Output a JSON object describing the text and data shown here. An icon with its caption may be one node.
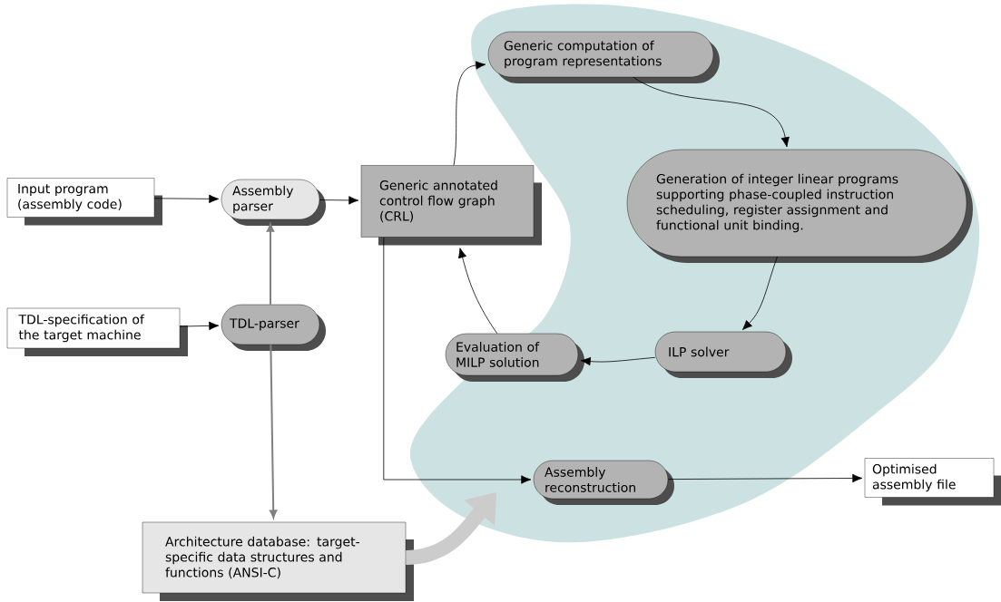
{
  "diagram": {
    "nodes": [
      {
        "text": [
          "Input program (assembly code)"
        ]
      },
      {
        "text": [
          "Assembly parser"
        ]
      },
      {
        "text": [
          "Generic annotated control flow graph (CRL)"
        ]
      },
      {
        "text": [],
        "shape": "cloud"
      },
      {
        "text": [
          "Generic computation of program representations"
        ],
        "in": 3
      },
      {
        "text": [
          "Generation of integer linear programs supporting phase-coupled instruction scheduling, register assignment and functional unit binding."
        ],
        "in": 3
      },
      {
        "text": [
          "ILP solver"
        ],
        "in": 3
      },
      {
        "text": [
          "Evaluation of MILP solution"
        ],
        "in": 3
      },
      {
        "text": [
          "TDL-specification of the target machine"
        ]
      },
      {
        "text": [
          "TDL-parser"
        ]
      },
      {
        "text": [
          "Architecture database: target-specific data structures and functions (ANSI-C)"
        ]
      },
      {
        "text": [
          "Assembly reconstruction"
        ],
        "in": 3
      },
      {
        "text": [
          "Optimised assembly file"
        ]
      }
    ],
    "edges": [
      {
        "from": 0,
        "to": 1,
        "arrow": "to"
      },
      {
        "from": 1,
        "to": 2,
        "arrow": "to"
      },
      {
        "from": 2,
        "to": 4,
        "arrow": "to"
      },
      {
        "from": 4,
        "to": 5,
        "arrow": "to"
      },
      {
        "from": 5,
        "to": 6,
        "arrow": "to"
      },
      {
        "from": 6,
        "to": 7,
        "arrow": "to"
      },
      {
        "from": 7,
        "to": 2,
        "arrow": "to"
      },
      {
        "from": 8,
        "to": 9,
        "arrow": "to"
      },
      {
        "from": 9,
        "to": 1,
        "arrow": "to",
        "color": "#808080"
      },
      {
        "from": 9,
        "to": 10,
        "arrow": "to",
        "color": "#808080"
      },
      {
        "from": 2,
        "to": 11,
        "arrow": "to"
      },
      {
        "from": 11,
        "to": 12,
        "arrow": "to"
      },
      {
        "from": 10,
        "to": 3,
        "arrow": "to",
        "style": "thick",
        "color": "#cccccc"
      }
    ]
  }
}
